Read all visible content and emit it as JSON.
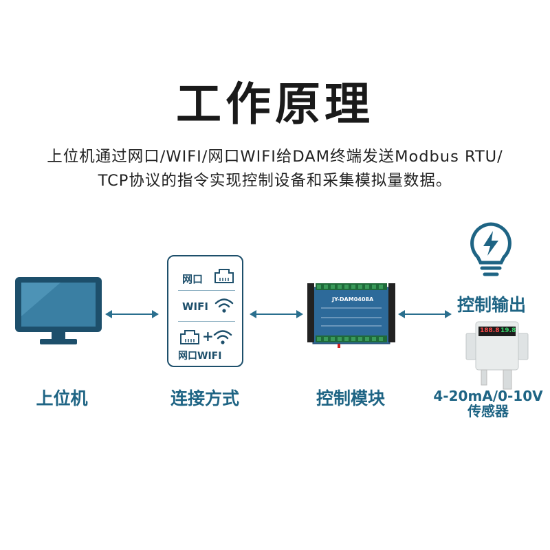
{
  "title": "工作原理",
  "description": {
    "line1": "上位机通过网口/WIFI/网口WIFI给DAM终端发送Modbus RTU/",
    "line2": "TCP协议的指令实现控制设备和采集模拟量数据。"
  },
  "nodes": {
    "host": {
      "label": "上位机",
      "icon": "monitor-icon"
    },
    "connection": {
      "label": "连接方式",
      "options": [
        {
          "text": "网口",
          "icon": "ethernet-port-icon"
        },
        {
          "text": "WIFI",
          "icon": "wifi-icon"
        },
        {
          "text": "网口WIFI",
          "icon": "ethernet-wifi-icon"
        }
      ],
      "plus": "+"
    },
    "module": {
      "label": "控制模块",
      "model": "JY-DAM0408A"
    },
    "output": {
      "label": "控制输出",
      "icon": "lightbulb-bolt-icon"
    },
    "sensor": {
      "label_line1": "4-20mA/0-10V",
      "label_line2": "传感器",
      "display_left": "188.8",
      "display_right": "19.8"
    }
  },
  "colors": {
    "accent": "#1e6484",
    "frame": "#1d4f6b",
    "arrow": "#2a6f8e"
  }
}
